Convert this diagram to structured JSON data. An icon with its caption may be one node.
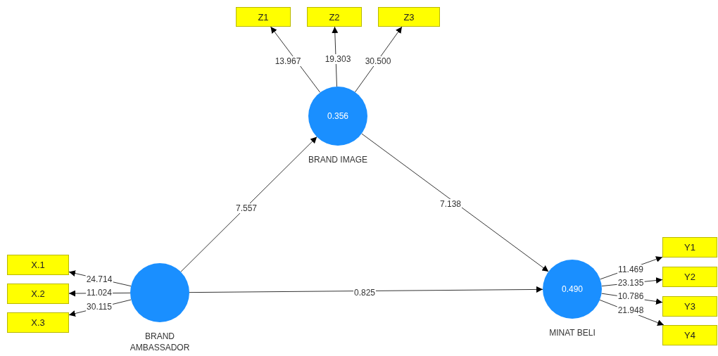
{
  "diagram": {
    "nodes": [
      {
        "text": [
          "Z1"
        ]
      },
      {
        "text": [
          "Z2"
        ]
      },
      {
        "text": [
          "Z3"
        ]
      },
      {
        "text": [
          "0.356"
        ],
        "beside": [
          "BRAND IMAGE"
        ]
      },
      {
        "text": [
          "X.1"
        ]
      },
      {
        "text": [
          "X.2"
        ]
      },
      {
        "text": [
          "X.3"
        ]
      },
      {
        "text": [],
        "shape": "circle",
        "beside": [
          "BRAND AMBASSADOR"
        ]
      },
      {
        "text": [
          "0.490"
        ],
        "beside": [
          "MINAT BELI"
        ]
      },
      {
        "text": [
          "Y1"
        ]
      },
      {
        "text": [
          "Y2"
        ]
      },
      {
        "text": [
          "Y3"
        ]
      },
      {
        "text": [
          "Y4"
        ]
      }
    ],
    "edges": [
      {
        "from": 3,
        "to": 0,
        "arrow": "to",
        "label": "13.967"
      },
      {
        "from": 3,
        "to": 1,
        "arrow": "to",
        "label": "19.303"
      },
      {
        "from": 3,
        "to": 2,
        "arrow": "to",
        "label": "30.500"
      },
      {
        "from": 7,
        "to": 4,
        "arrow": "to",
        "label": "24.714"
      },
      {
        "from": 7,
        "to": 5,
        "arrow": "to",
        "label": "11.024"
      },
      {
        "from": 7,
        "to": 6,
        "arrow": "to",
        "label": "30.115"
      },
      {
        "from": 7,
        "to": 3,
        "arrow": "to",
        "label": "7.557"
      },
      {
        "from": 3,
        "to": 8,
        "arrow": "to",
        "label": "7.138"
      },
      {
        "from": 7,
        "to": 8,
        "arrow": "to",
        "label": "0.825"
      },
      {
        "from": 8,
        "to": 9,
        "arrow": "to",
        "label": "11.469"
      },
      {
        "from": 8,
        "to": 10,
        "arrow": "to",
        "label": "23.135"
      },
      {
        "from": 8,
        "to": 11,
        "arrow": "to",
        "label": "10.786"
      },
      {
        "from": 8,
        "to": 12,
        "arrow": "to",
        "label": "21.948"
      }
    ]
  }
}
